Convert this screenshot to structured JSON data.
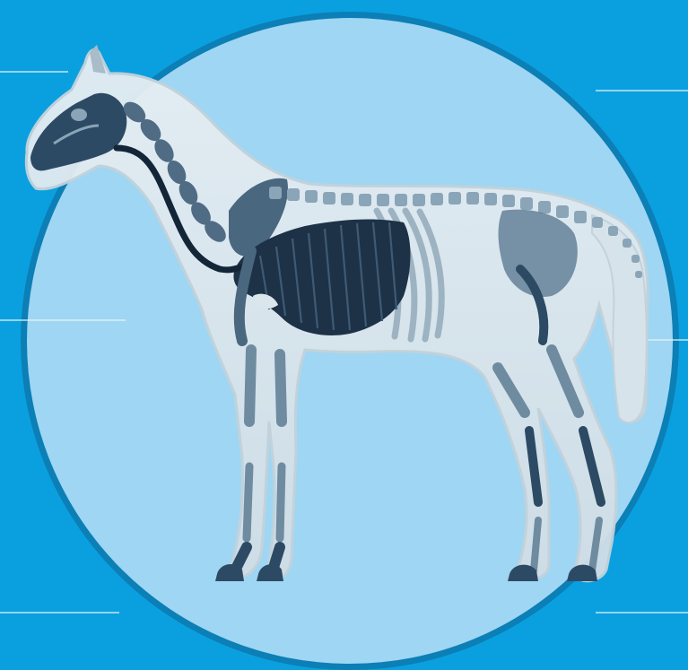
{
  "image": {
    "type": "horse-anatomy-illustration",
    "colors": {
      "background": "#0aa0df",
      "circle_fill": "#9fd6f3",
      "circle_ring": "#0b7fb6",
      "body_fill": "#dbe6ec",
      "body_outline": "#c4d2da",
      "bone": "#8aa5b7",
      "bone_dark": "#2d4a64",
      "lungs": "#1d3247",
      "trachea": "#132638",
      "leader_line": "#e8f4fb"
    },
    "leader_lines": [
      {
        "id": "label-line-top-left",
        "side": "left"
      },
      {
        "id": "label-line-top-right",
        "side": "right"
      },
      {
        "id": "label-line-mid-left",
        "side": "left"
      },
      {
        "id": "label-line-mid-right",
        "side": "right"
      },
      {
        "id": "label-line-bottom-left",
        "side": "left"
      },
      {
        "id": "label-line-bottom-right",
        "side": "right"
      }
    ]
  }
}
